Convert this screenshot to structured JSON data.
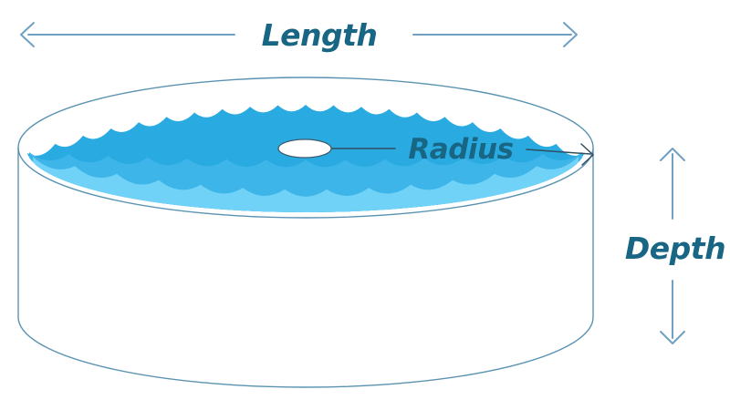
{
  "diagram": {
    "labels": {
      "length": "Length",
      "radius": "Radius",
      "depth": "Depth"
    },
    "colors": {
      "water_dark": "#29ABE2",
      "water_mid": "#3DB5E8",
      "water_light": "#71D2F7",
      "outline": "#5A93B2",
      "dim_arrow": "#6FA0C2",
      "radius_arrow": "#2F4E60",
      "label_text": "#186683",
      "center_outline": "#3A5A6A",
      "background": "#FFFFFF"
    }
  }
}
